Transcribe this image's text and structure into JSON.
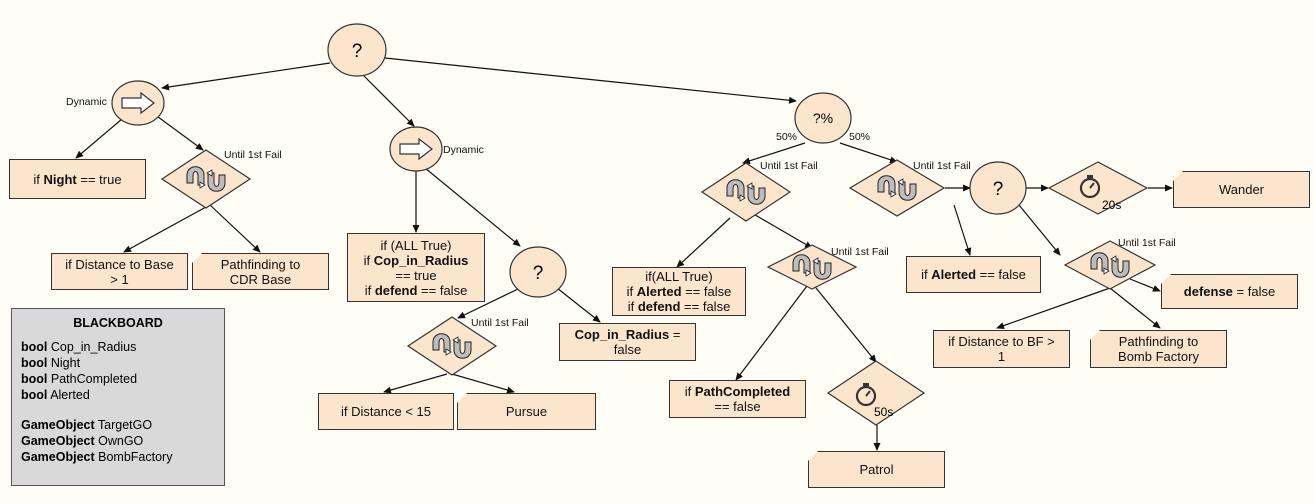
{
  "symbols": {
    "selector": "?",
    "random_selector": "?%"
  },
  "labels": {
    "dynamic": "Dynamic",
    "until_first_fail": "Until 1st Fail",
    "prob_left": "50%",
    "prob_right": "50%",
    "wait_20": "20s",
    "wait_50": "50s"
  },
  "nodes": {
    "night": {
      "pre": "if ",
      "bold": "Night",
      "post": " == true"
    },
    "dist_base": "if Distance to Base > 1",
    "path_cdr": "Pathfinding to CDR Base",
    "all_true_1": {
      "l1": "if (ALL True)",
      "l2_pre": "if ",
      "l2_bold": "Cop_in_Radius",
      "l3": "== true",
      "l4_pre": "if ",
      "l4_bold": "defend",
      "l4_post": " == false"
    },
    "dist15": "if Distance < 15",
    "pursue": "Pursue",
    "cop_false": {
      "bold": "Cop_in_Radius",
      "post": " =",
      "l2": "false"
    },
    "all_true_2": {
      "l1": "if(ALL True)",
      "l2_pre": "if ",
      "l2_bold": "Alerted",
      "l2_post": " == false",
      "l3_pre": "if ",
      "l3_bold": "defend",
      "l3_post": " == false"
    },
    "path_completed": {
      "pre": "if ",
      "bold": "PathCompleted",
      "l2": "== false"
    },
    "patrol": "Patrol",
    "alerted_false": {
      "pre": "if ",
      "bold": "Alerted",
      "post": " == false"
    },
    "wander": "Wander",
    "defense": {
      "bold": "defense",
      "post": " = false"
    },
    "dist_bf": "if Distance to BF > 1",
    "path_bomb": "Pathfinding to Bomb Factory"
  },
  "blackboard": {
    "title": "BLACKBOARD",
    "bools": [
      {
        "type": "bool",
        "name": "Cop_in_Radius"
      },
      {
        "type": "bool",
        "name": "Night"
      },
      {
        "type": "bool",
        "name": "PathCompleted"
      },
      {
        "type": "bool",
        "name": "Alerted"
      }
    ],
    "objects": [
      {
        "type": "GameObject",
        "name": "TargetGO"
      },
      {
        "type": "GameObject",
        "name": "OwnGO"
      },
      {
        "type": "GameObject",
        "name": "BombFactory"
      }
    ]
  },
  "colors": {
    "node_fill": "#fce5cd",
    "blackboard_fill": "#d9d9d9",
    "background": "#fefdf6"
  }
}
